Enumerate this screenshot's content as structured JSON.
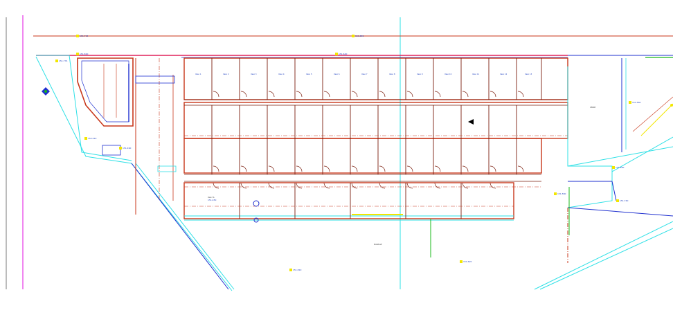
{
  "drawing": {
    "title": "",
    "colors": {
      "wall": "#c8361a",
      "wall_dark": "#7a1c0c",
      "roof_line": "#e0205a",
      "cyan_line": "#2ee0e6",
      "blue_line": "#1e2fcf",
      "magenta_line": "#e010e0",
      "green_line": "#18b818",
      "yellow_tag": "#f2e600",
      "grid_line": "#7a7a7a"
    },
    "elevation_labels": [
      "151.715",
      "151.890",
      "151.820",
      "151.774",
      "151.640",
      "152.010",
      "151.490",
      "151.560",
      "151.660",
      "151.740",
      "151.580",
      "151.810",
      "151.620",
      "151.450"
    ],
    "room_labels": [
      "Vaso 1",
      "Vaso 2",
      "Vaso 3",
      "Vaso 4",
      "Vaso 5",
      "Vaso 6",
      "Vaso 7",
      "Vaso 8",
      "Vaso 9",
      "Vaso 10",
      "Vaso 11",
      "Vaso 12",
      "Vaso 13"
    ],
    "notes": [
      "Vaso 7A",
      "VERDE",
      "PIAZZALE"
    ]
  }
}
